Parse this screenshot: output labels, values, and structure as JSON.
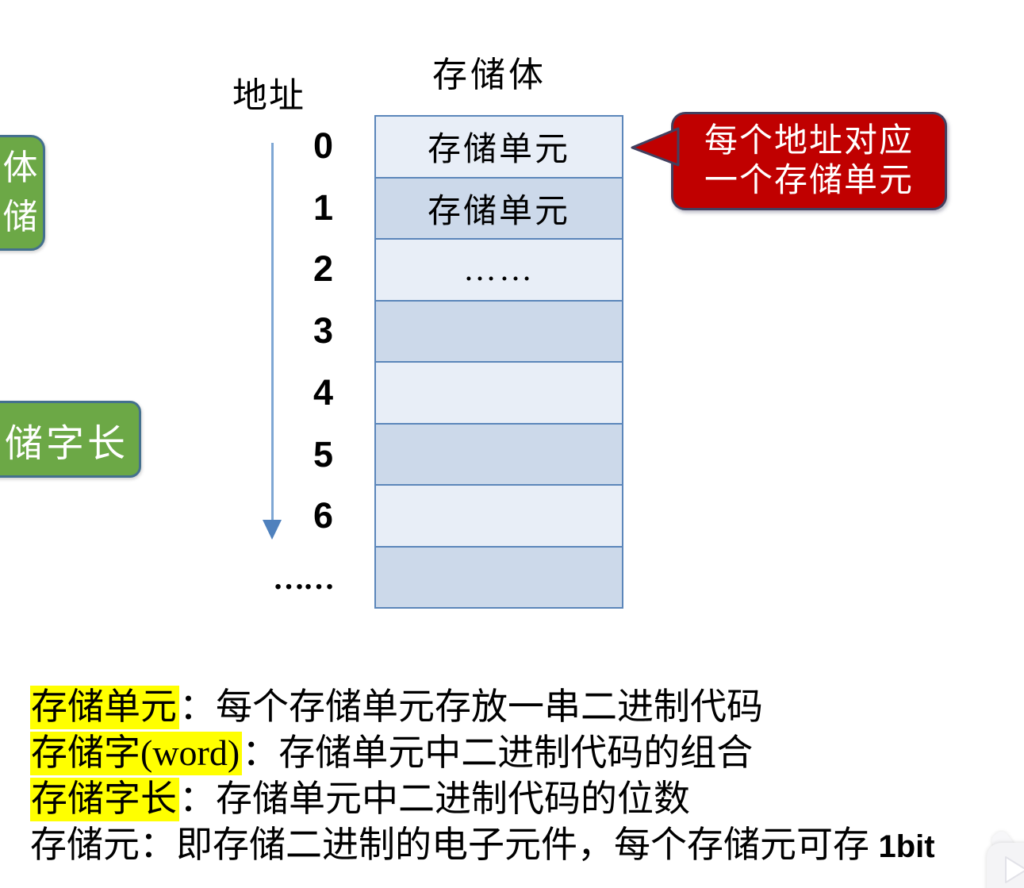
{
  "diagram": {
    "memory_title": "存储体",
    "address_label": "地址",
    "addresses": [
      "0",
      "1",
      "2",
      "3",
      "4",
      "5",
      "6",
      "……"
    ],
    "cells": [
      "存储单元",
      "存储单元",
      "……",
      "",
      "",
      "",
      "",
      ""
    ],
    "callout": {
      "line1": "每个地址对应",
      "line2": "一个存储单元"
    },
    "green_badge_top": {
      "line1": "体",
      "line2": "储"
    },
    "green_badge_middle": "存储字长"
  },
  "definitions": [
    {
      "term": "存储单元",
      "highlighted": true,
      "rest": "：每个存储单元存放一串二进制代码",
      "suffix": ""
    },
    {
      "term": "存储字(word)",
      "highlighted": true,
      "rest": "：存储单元中二进制代码的组合",
      "suffix": ""
    },
    {
      "term": "存储字长",
      "highlighted": true,
      "rest": "：存储单元中二进制代码的位数",
      "suffix": ""
    },
    {
      "term": "存储元",
      "highlighted": false,
      "rest": "：即存储二进制的电子元件，每个存储元可存 ",
      "suffix": "1bit"
    }
  ],
  "colors": {
    "row_light": "#e8eef7",
    "row_dark": "#ccd9ea",
    "table_border": "#5b86ba",
    "callout_red": "#c00000",
    "callout_border": "#42405f",
    "green_fill": "#6ca846",
    "green_border": "#44708e",
    "highlight_yellow": "#ffff00",
    "arrow_blue": "#4f81bd"
  },
  "icons": {
    "player_play_icon": "play-icon"
  }
}
